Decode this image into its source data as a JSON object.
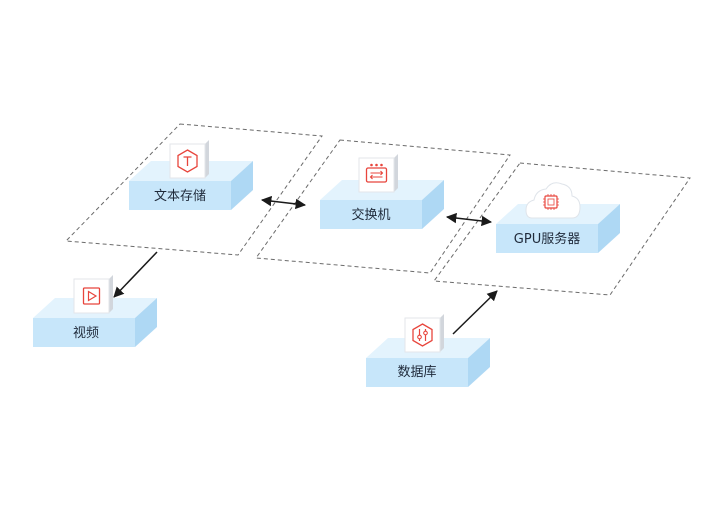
{
  "diagram": {
    "nodes": [
      {
        "id": "text-storage",
        "label": "文本存储",
        "icon": "hexagon-t-icon"
      },
      {
        "id": "switch",
        "label": "交换机",
        "icon": "switch-panel-icon"
      },
      {
        "id": "gpu-server",
        "label": "GPU服务器",
        "icon": "cloud-chip-icon"
      },
      {
        "id": "video",
        "label": "视频",
        "icon": "play-icon"
      },
      {
        "id": "database",
        "label": "数据库",
        "icon": "hexagon-sliders-icon"
      }
    ],
    "edges": [
      {
        "from": "text-storage",
        "to": "switch",
        "direction": "both"
      },
      {
        "from": "switch",
        "to": "gpu-server",
        "direction": "both"
      },
      {
        "from": "text-storage",
        "to": "video",
        "direction": "forward"
      },
      {
        "from": "database",
        "to": "gpu-server",
        "direction": "forward"
      }
    ],
    "colors": {
      "platform_top": "#e3f3fd",
      "platform_front": "#c7e6fa",
      "platform_side": "#aed8f4",
      "icon_red": "#e8453c",
      "zone_dash": "#6b6b6b",
      "arrow": "#1a1a1a"
    }
  }
}
